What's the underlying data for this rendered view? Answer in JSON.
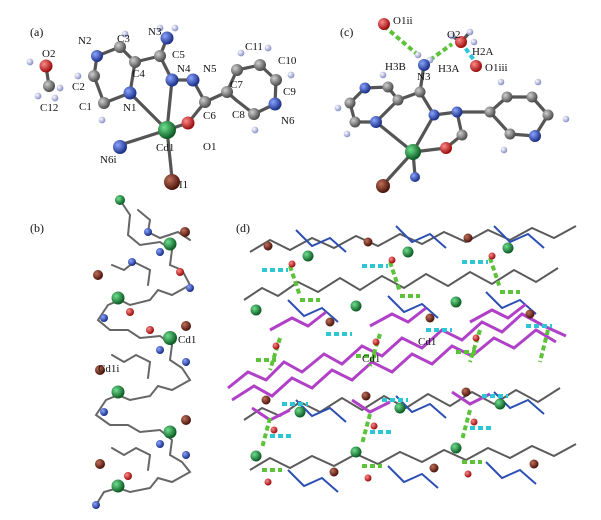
{
  "panels": {
    "a": {
      "label": "(a)",
      "atoms": [
        "N2",
        "C3",
        "N3",
        "C5",
        "C11",
        "C10",
        "O2",
        "C4",
        "N4",
        "N5",
        "C7",
        "C9",
        "C2",
        "C12",
        "C1",
        "N1",
        "C6",
        "C8",
        "N6",
        "N6i",
        "Cd1",
        "O1",
        "I1"
      ]
    },
    "b": {
      "label": "(b)",
      "atoms": [
        "Cd1",
        "Cd1i"
      ]
    },
    "c": {
      "label": "(c)",
      "atoms": [
        "O1ii",
        "O2",
        "H2A",
        "H3B",
        "N3",
        "H3A",
        "O1iii"
      ]
    },
    "d": {
      "label": "(d)",
      "atoms": [
        "Cd1",
        "Cd1"
      ]
    }
  },
  "colors": {
    "cadmium": "#1f8a3e",
    "nitrogen": "#2d4fb3",
    "oxygen": "#d11f1f",
    "iodine": "#7a2a16",
    "carbon": "#6a6a6a",
    "hydrogen": "#b9c0e6",
    "hbond_green": "#5cc23a",
    "hbond_cyan": "#2cc6d6",
    "highlight_chain": "#b040c8"
  }
}
